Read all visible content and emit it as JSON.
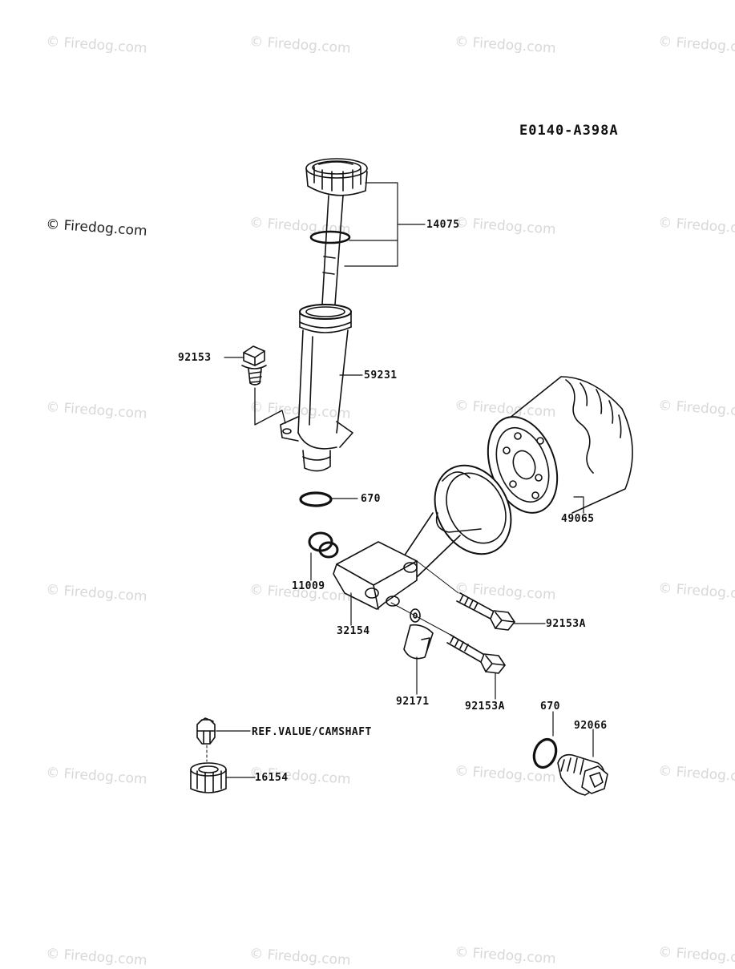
{
  "diagram_code": "E0140-A398A",
  "watermark_text": "© Firedog.com",
  "callouts": {
    "p14075": "14075",
    "p92153": "92153",
    "p59231": "59231",
    "p670_top": "670",
    "p49065": "49065",
    "p11009": "11009",
    "p32154": "32154",
    "p92153A_1": "92153A",
    "p92153A_2": "92153A",
    "p92171": "92171",
    "p670_bottom": "670",
    "p92066": "92066",
    "ref_value": "REF.VALUE/CAMSHAFT",
    "p16154": "16154"
  }
}
